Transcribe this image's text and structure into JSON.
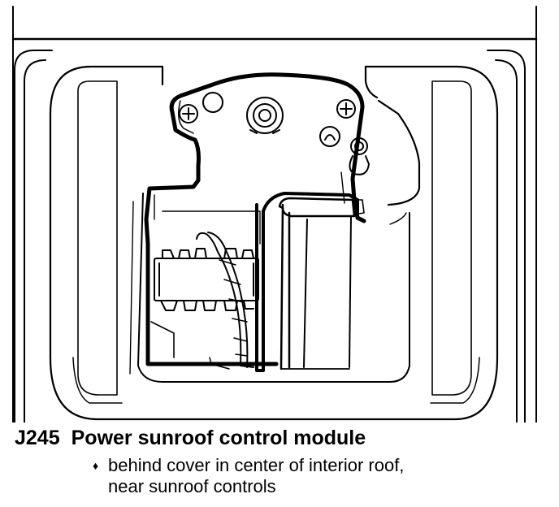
{
  "component": {
    "code": "J245",
    "name": "Power sunroof control module",
    "location_lines": [
      "behind cover in center of interior roof,",
      "near sunroof controls"
    ]
  },
  "colors": {
    "ink": "#000000",
    "paper": "#ffffff"
  }
}
